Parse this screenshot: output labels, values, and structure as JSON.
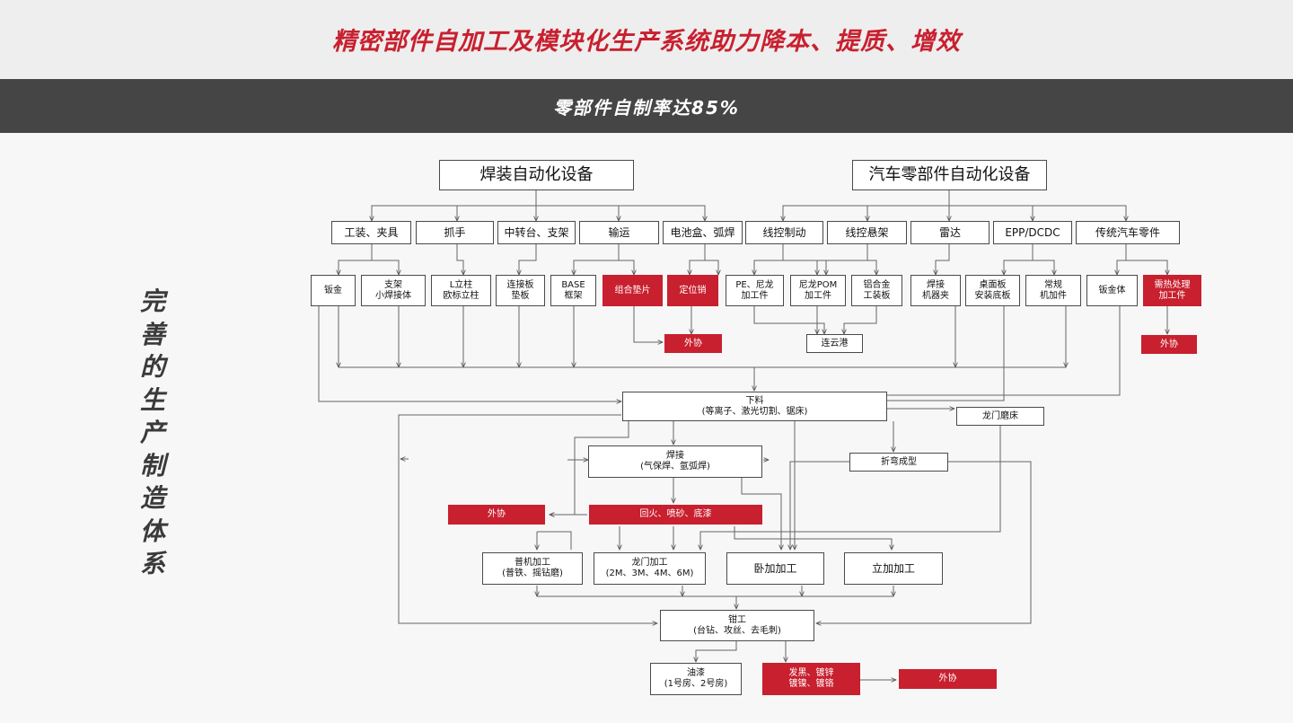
{
  "header": {
    "title": "精密部件自加工及模块化生产系统助力降本、提质、增效"
  },
  "subheader": {
    "title": "零部件自制率达85%"
  },
  "side_title": "完善的生产制造体系",
  "colors": {
    "accent_red": "#c8202f",
    "bar_gray": "#454545",
    "header_bg": "#eeeeee"
  },
  "diagram": {
    "welding_equipment": "焊装自动化设备",
    "auto_parts_equipment": "汽车零部件自动化设备",
    "welding_categories": [
      "工装、夹具",
      "抓手",
      "中转台、支架",
      "输运",
      "电池盒、弧焊"
    ],
    "auto_categories": [
      "线控制动",
      "线控悬架",
      "雷达",
      "EPP/DCDC",
      "传统汽车零件"
    ],
    "parts": [
      "钣金",
      "支架\n小焊接体",
      "L立柱\n欧标立柱",
      "连接板\n垫板",
      "BASE\n框架",
      "组合垫片",
      "定位销",
      "PE、尼龙\n加工件",
      "尼龙POM\n加工件",
      "铝合金\n工装板",
      "焊接\n机器夹",
      "桌面板\n安装底板",
      "常规\n机加件",
      "钣金体",
      "需热处理\n加工件"
    ],
    "outsource_1": "外协",
    "outsource_2": "外协",
    "outsource_3": "外协",
    "outsource_4": "外协",
    "lianyungang": "连云港",
    "blanking": "下料\n(等离子、激光切割、锯床)",
    "gantry_grinder": "龙门磨床",
    "welding": "焊接\n(气保焊、氩弧焊)",
    "bending": "折弯成型",
    "heat_treatment": "回火、喷砂、底漆",
    "general_machining": "普机加工\n(普铁、摇钻磨)",
    "gantry_machining": "龙门加工\n(2M、3M、4M、6M)",
    "horizontal_machining": "卧加加工",
    "vertical_machining": "立加加工",
    "fitter": "钳工\n(台钻、攻丝、去毛刺)",
    "painting": "油漆\n(1号房、2号房)",
    "plating": "发黑、镀锌\n镀镍、镀铬"
  }
}
